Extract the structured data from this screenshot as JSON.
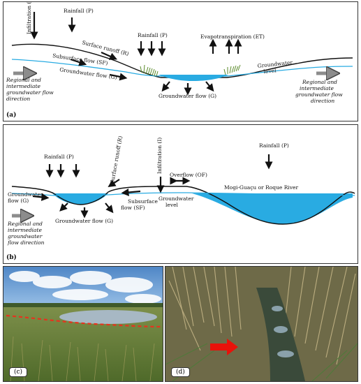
{
  "panel_a": {
    "letter": "(a)",
    "labels": {
      "infiltration": "Infiltration (I)",
      "rainfall_left": "Rainfall (P)",
      "surface_runoff": "Surface runoff (R)",
      "subsurface_flow": "Subsurface flow (SF)",
      "groundwater_flow_left": "Groundwater flow (G)",
      "rainfall_center": "Rainfall (P)",
      "evapotranspiration": "Evapotranspiration (ET)",
      "groundwater_level": "Groundwater level",
      "groundwater_flow_bottom": "Groundwater flow (G)",
      "regional_left": "Regional and intermediate groundwater flow direction",
      "regional_right": "Regional and intermediate groundwater flow direction"
    }
  },
  "panel_b": {
    "letter": "(b)",
    "labels": {
      "rainfall_left": "Rainfall (P)",
      "surface_runoff": "Surface runoff (R)",
      "infiltration": "Infiltration (I)",
      "overflow": "Overflow (OF)",
      "rainfall_right": "Rainfall (P)",
      "river": "Mogi-Guaçu or Roque River",
      "groundwater_flow_left": "Groundwater flow (G)",
      "regional_left": "Regional and intermediate groundwater flow direction",
      "groundwater_flow_bottom": "Groundwater flow (G)",
      "subsurface_flow": "Subsurface flow (SF)",
      "groundwater_level": "Groundwater level"
    }
  },
  "photo_c": {
    "letter": "(c)"
  },
  "photo_d": {
    "letter": "(d)"
  },
  "colors": {
    "water": "#29abe2",
    "groundwater_line": "#29abe2",
    "terrain": "#111111",
    "arrow": "#111111",
    "regional_arrow": "#8c8c8c",
    "red_dash": "#e8321e",
    "red_arrow": "#e8120a"
  }
}
